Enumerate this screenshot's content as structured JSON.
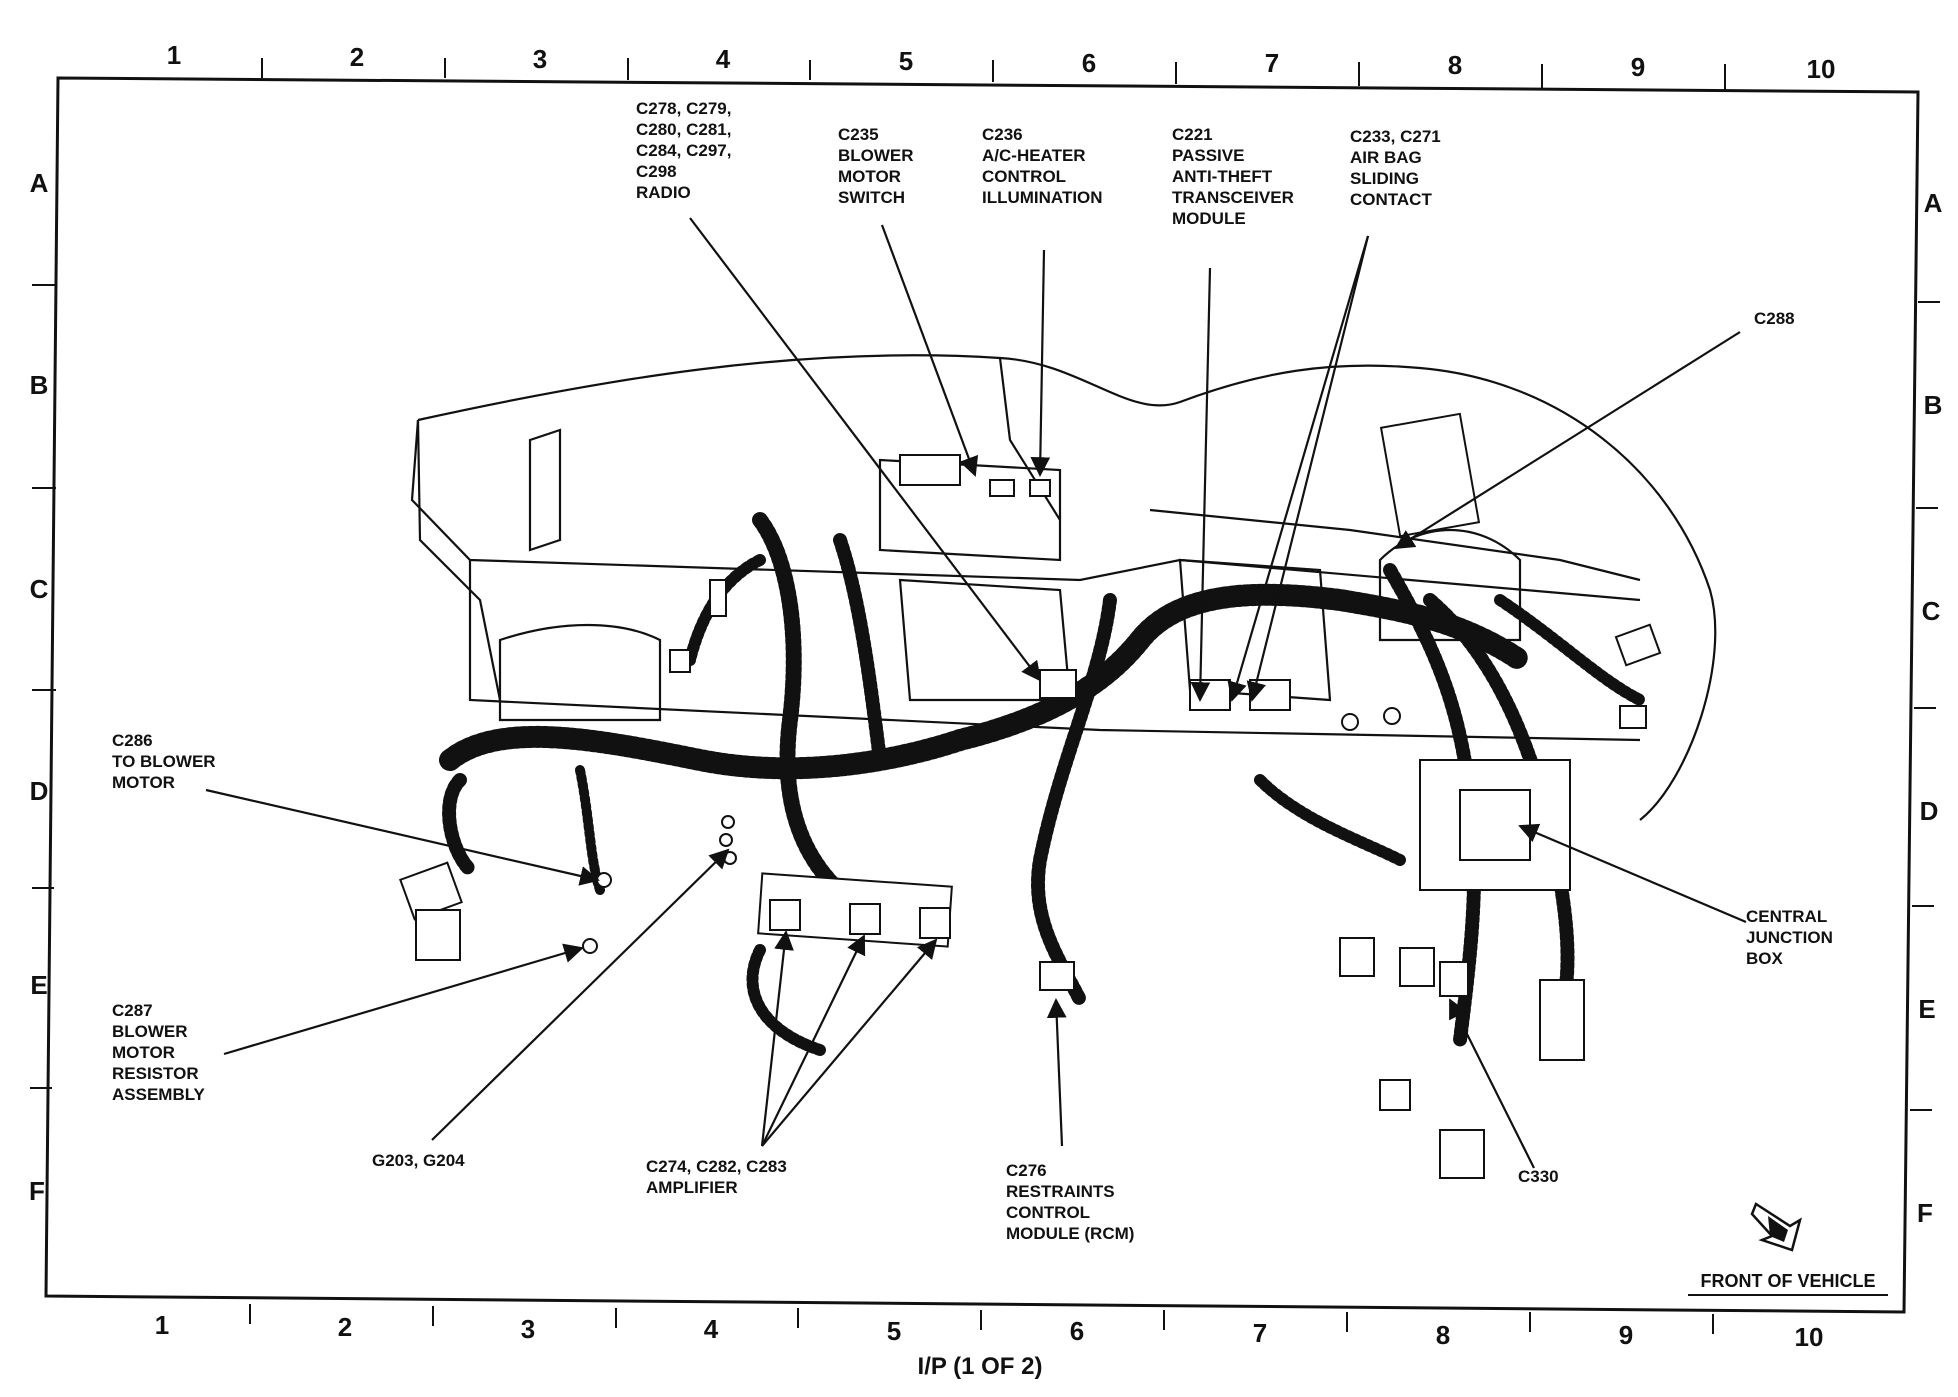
{
  "grid": {
    "top_columns": [
      "1",
      "2",
      "3",
      "4",
      "5",
      "6",
      "7",
      "8",
      "9",
      "10"
    ],
    "bottom_columns": [
      "1",
      "2",
      "3",
      "4",
      "5",
      "6",
      "7",
      "8",
      "9",
      "10"
    ],
    "left_rows": [
      "A",
      "B",
      "C",
      "D",
      "E",
      "F"
    ],
    "right_rows": [
      "A",
      "B",
      "C",
      "D",
      "E",
      "F"
    ]
  },
  "callouts": {
    "radio": "C278, C279,\nC280, C281,\nC284, C297,\nC298\nRADIO",
    "blower_switch": "C235\nBLOWER\nMOTOR\nSWITCH",
    "ac_heater": "C236\nA/C-HEATER\nCONTROL\nILLUMINATION",
    "pats": "C221\nPASSIVE\nANTI-THEFT\nTRANSCEIVER\nMODULE",
    "airbag": "C233, C271\nAIR BAG\nSLIDING\nCONTACT",
    "c288": "C288",
    "c286": "C286\nTO BLOWER\nMOTOR",
    "c287": "C287\nBLOWER\nMOTOR\nRESISTOR\nASSEMBLY",
    "ground": "G203, G204",
    "amplifier": "C274, C282, C283\nAMPLIFIER",
    "rcm": "C276\nRESTRAINTS\nCONTROL\nMODULE (RCM)",
    "cjb": "CENTRAL\nJUNCTION\nBOX",
    "c330": "C330"
  },
  "front_label": "FRONT OF VEHICLE",
  "page_caption": "I/P (1 OF 2)",
  "icons": {
    "front_arrow": "front-of-vehicle-arrow-icon"
  }
}
